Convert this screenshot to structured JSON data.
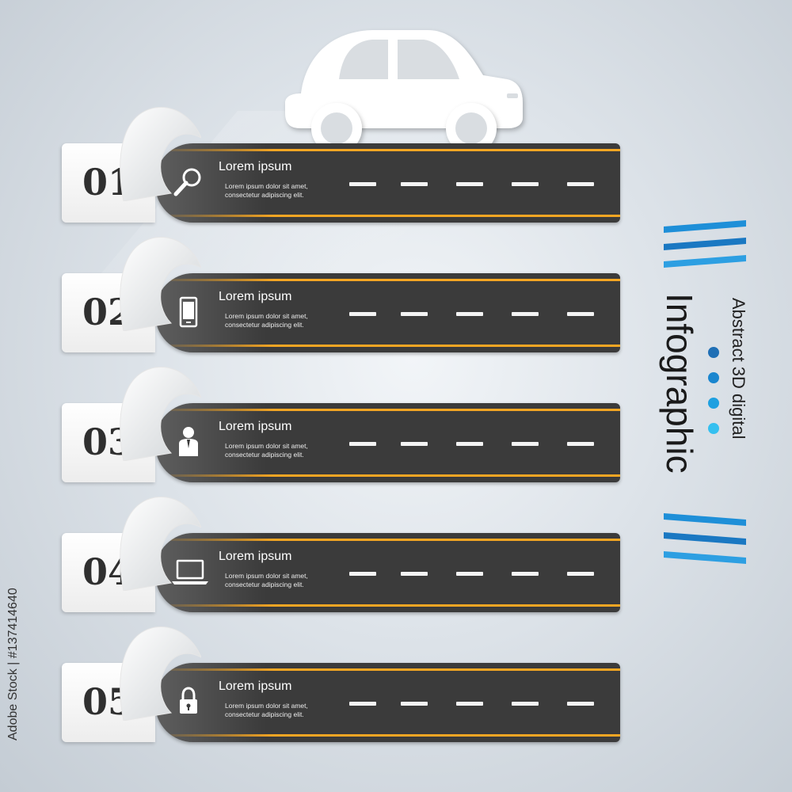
{
  "rows": [
    {
      "number": "01",
      "title": "Lorem ipsum",
      "line1": "Lorem ipsum dolor sit amet,",
      "line2": "consectetur adipiscing elit.",
      "icon": "search-icon"
    },
    {
      "number": "02",
      "title": "Lorem ipsum",
      "line1": "Lorem ipsum dolor sit amet,",
      "line2": "consectetur adipiscing elit.",
      "icon": "smartphone-icon"
    },
    {
      "number": "03",
      "title": "Lorem ipsum",
      "line1": "Lorem ipsum dolor sit amet,",
      "line2": "consectetur adipiscing elit.",
      "icon": "person-icon"
    },
    {
      "number": "04",
      "title": "Lorem ipsum",
      "line1": "Lorem ipsum dolor sit amet,",
      "line2": "consectetur adipiscing elit.",
      "icon": "laptop-icon"
    },
    {
      "number": "05",
      "title": "Lorem ipsum",
      "line1": "Lorem ipsum dolor sit amet,",
      "line2": "consectetur adipiscing elit.",
      "icon": "lock-icon"
    }
  ],
  "side": {
    "heading": "Infographic",
    "subheading": "Abstract 3D digital",
    "dot_colors": [
      "#1f6fb5",
      "#1a86cf",
      "#1ea0e0",
      "#35c0f0"
    ],
    "stripe_color": "#1e8fd8"
  },
  "watermark": {
    "stock_id": "Adobe Stock | #137414640"
  },
  "colors": {
    "road": "#3b3b3b",
    "lane_edge": "#f5a623",
    "background": "#dde3e9"
  },
  "car_icon": "car-icon"
}
